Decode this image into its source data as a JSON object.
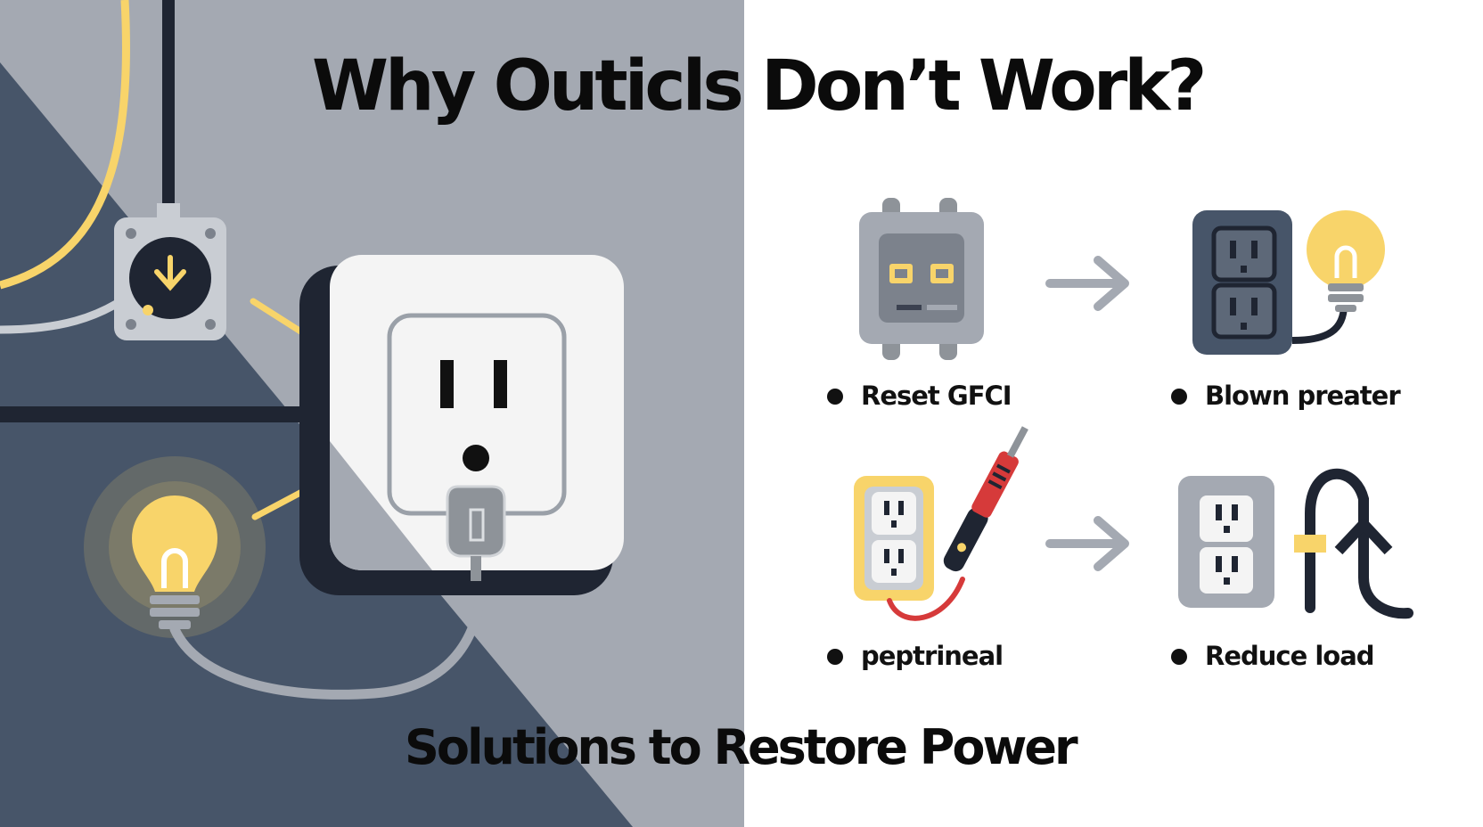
{
  "title": "Why Outicls Don’t Work?",
  "subtitle": "Solutions to Restore Power",
  "items": [
    {
      "label": "Reset GFCI"
    },
    {
      "label": "Blown preater"
    },
    {
      "label": "peptrineal"
    },
    {
      "label": "Reduce load"
    }
  ],
  "colors": {
    "left_panel": "#a4a9b2",
    "dark_navy": "#475569",
    "accent_yellow": "#f8d46a",
    "outlet_white": "#f4f4f4",
    "tester_red": "#d63a3a"
  }
}
